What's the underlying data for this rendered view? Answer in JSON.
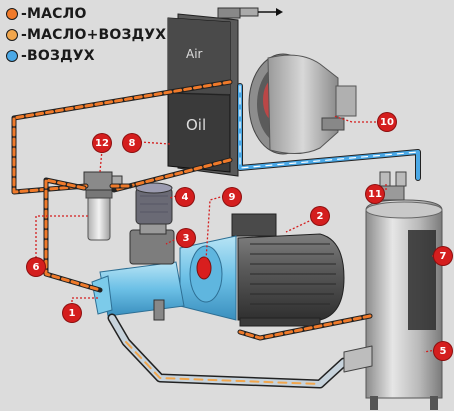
{
  "legend": {
    "items": [
      {
        "label": "-МАСЛО",
        "color": "#f07a2a"
      },
      {
        "label": "-МАСЛО+ВОЗДУХ",
        "color": "#f1a64d"
      },
      {
        "label": "-ВОЗДУХ",
        "color": "#4aa8e6"
      }
    ]
  },
  "cooler": {
    "air_label": "Air",
    "oil_label": "Oil"
  },
  "callouts": [
    "1",
    "2",
    "3",
    "4",
    "5",
    "6",
    "7",
    "8",
    "9",
    "10",
    "11",
    "12"
  ],
  "colors": {
    "oil": "#f07a2a",
    "air": "#4aa8e6",
    "accent": "#d41e1e",
    "background": "#dcdcdc"
  }
}
